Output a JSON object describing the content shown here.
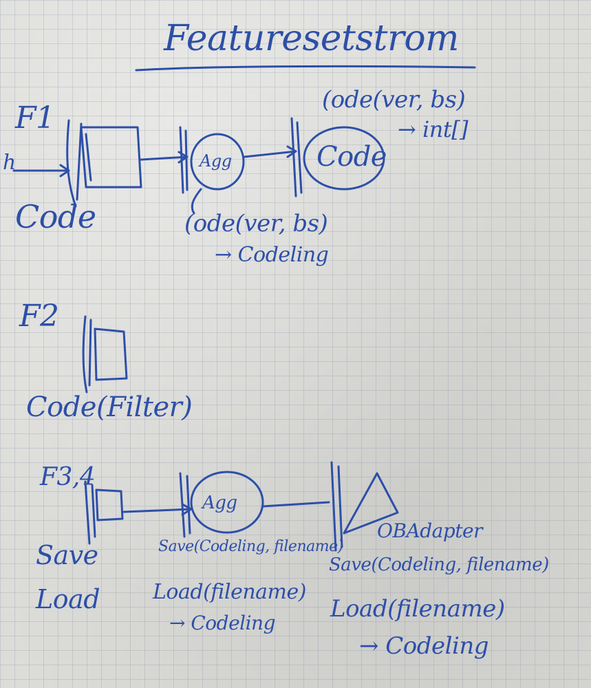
{
  "title": "Featuresetstrom",
  "section_f1": {
    "label": "F1",
    "input": "h",
    "caption": "Code",
    "node_a_label": "Agg",
    "node_b_label": "Code",
    "signature_top_line1": "(ode(ver, bs)",
    "signature_top_line2": "→ int[]",
    "signature_bottom_line1": "(ode(ver, bs)",
    "signature_bottom_line2": "→ Codeling"
  },
  "section_f2": {
    "label": "F2",
    "caption": "Code(Filter)"
  },
  "section_f3": {
    "label": "F3,4",
    "caption_save": "Save",
    "caption_load": "Load",
    "node_label": "Agg",
    "mid_save": "Save(Codeling, filename)",
    "mid_load": "Load(filename)",
    "mid_result": "→ Codeling",
    "adapter_label": "OBAdapter",
    "right_save": "Save(Codeling, filename)",
    "right_load": "Load(filename)",
    "right_result": "→ Codeling"
  }
}
